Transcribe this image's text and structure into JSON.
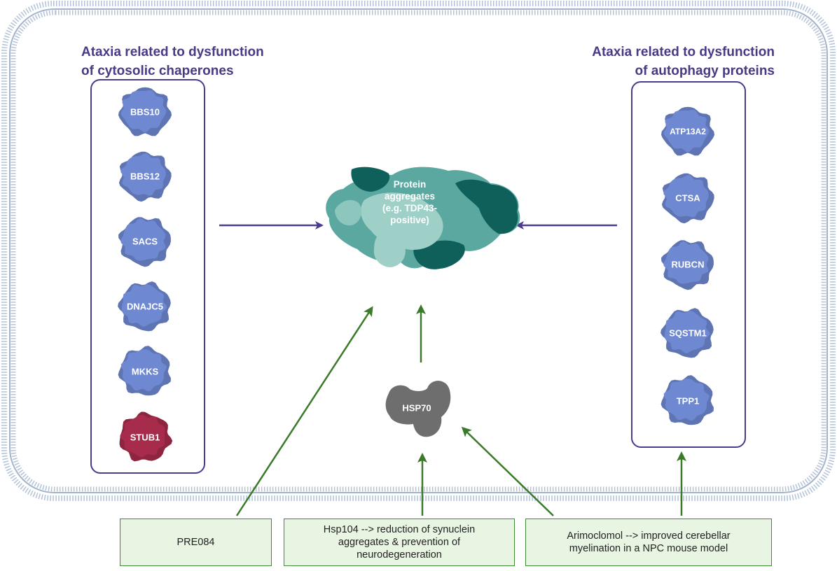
{
  "left_panel": {
    "title_lines": [
      "Ataxia related to dysfunction",
      "of cytosolic chaperones"
    ],
    "proteins": [
      {
        "label": "BBS10",
        "color": "#6f88d2"
      },
      {
        "label": "BBS12",
        "color": "#6f88d2"
      },
      {
        "label": "SACS",
        "color": "#6f88d2"
      },
      {
        "label": "DNAJC5",
        "color": "#6f88d2"
      },
      {
        "label": "MKKS",
        "color": "#6f88d2"
      },
      {
        "label": "STUB1",
        "color": "#a72b4a"
      }
    ]
  },
  "right_panel": {
    "title_lines": [
      "Ataxia related to dysfunction",
      "of autophagy proteins"
    ],
    "proteins": [
      {
        "label": "ATP13A2",
        "color": "#6f88d2"
      },
      {
        "label": "CTSA",
        "color": "#6f88d2"
      },
      {
        "label": "RUBCN",
        "color": "#6f88d2"
      },
      {
        "label": "SQSTM1",
        "color": "#6f88d2"
      },
      {
        "label": "TPP1",
        "color": "#6f88d2"
      }
    ]
  },
  "center": {
    "aggregate_lines": [
      "Protein",
      "aggregates",
      "(e.g. TDP43-",
      "positive)"
    ],
    "chaperone_label": "HSP70"
  },
  "treatments": [
    {
      "lines": [
        "PRE084"
      ]
    },
    {
      "lines": [
        "Hsp104 --> reduction of synuclein",
        "aggregates & prevention of",
        "neurodegeneration"
      ]
    },
    {
      "lines": [
        "Arimoclomol --> improved cerebellar",
        "myelination in a NPC mouse model"
      ]
    }
  ],
  "colors": {
    "panel_border": "#4b3a8e",
    "heading": "#4a3a86",
    "purple_arrow": "#4b3a8e",
    "green_arrow": "#3b7a2a",
    "treatment_fill": "#e9f5e3",
    "treatment_border": "#3f8a35",
    "membrane": "#a9b8cf",
    "aggregate_dark": "#0f5f5a",
    "aggregate_mid": "#5aa8a0",
    "aggregate_light": "#9fd0c8",
    "hsp70": "#6e6e6e"
  }
}
